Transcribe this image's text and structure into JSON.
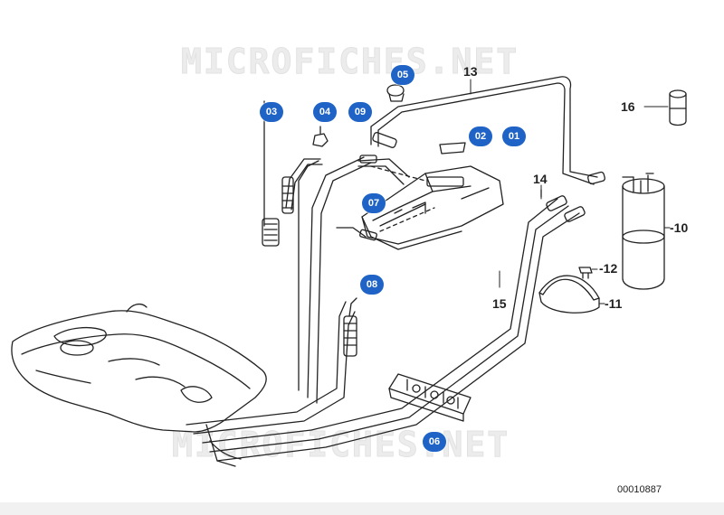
{
  "watermark": {
    "text": "MICROFICHES.NET"
  },
  "part_numbers": {
    "n10": "-10",
    "n11": "-11",
    "n12": "-12",
    "n13": "13",
    "n14": "14",
    "n15": "15",
    "n16": "16"
  },
  "hotspots": {
    "h01": "01",
    "h02": "02",
    "h03": "03",
    "h04": "04",
    "h05": "05",
    "h06": "06",
    "h07": "07",
    "h08": "08",
    "h09": "09"
  },
  "diagram_code": "00010887",
  "colors": {
    "hotspot": "#1f63c6",
    "line": "#222222",
    "watermark": "#ececec"
  }
}
